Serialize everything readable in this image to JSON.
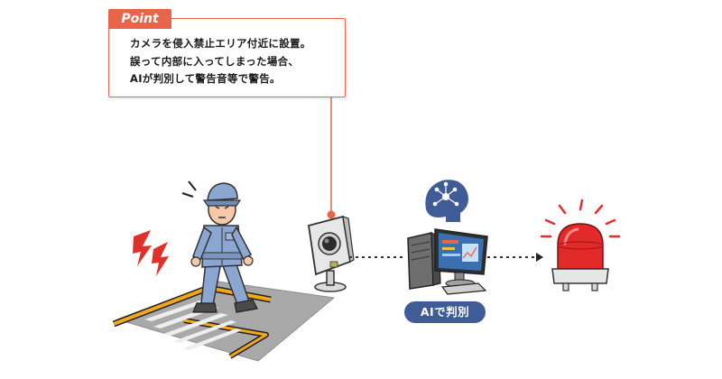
{
  "point": {
    "tab_label": "Point",
    "lines": [
      "カメラを侵入禁止エリア付近に設置。",
      "誤って内部に入ってしまった場合、",
      "AIが判別して警告音等で警告。"
    ]
  },
  "ai_label": "AIで判別",
  "colors": {
    "accent_orange": "#e9654a",
    "badge_blue": "#3f5c97",
    "worker_blue": "#8aa6d1",
    "alarm_red": "#e32a2a",
    "warning_red": "#e0302b",
    "zone_yellow": "#f2a81c"
  },
  "icons": [
    "brain-network-icon",
    "lightning-warning-icon",
    "alarm-light-icon",
    "security-camera-icon",
    "computer-icon",
    "worker-icon"
  ]
}
